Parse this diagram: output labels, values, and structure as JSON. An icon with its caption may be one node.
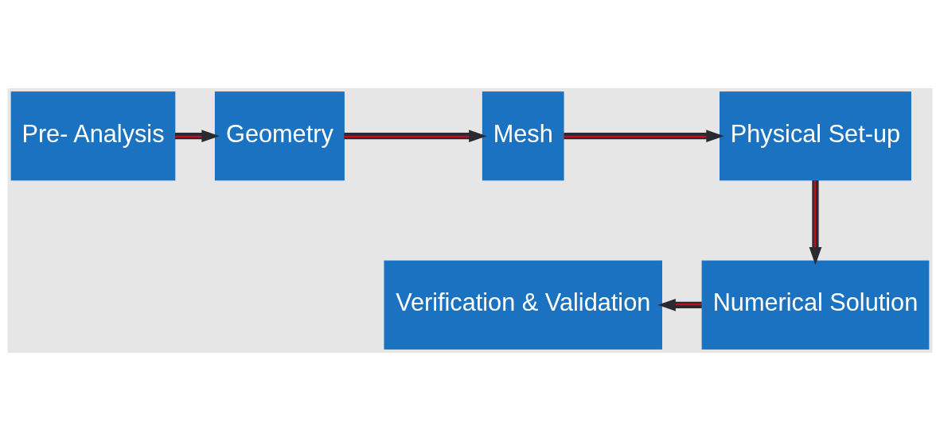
{
  "diagram": {
    "nodes": [
      {
        "text": [
          "Pre- Analysis"
        ]
      },
      {
        "text": [
          "Geometry"
        ]
      },
      {
        "text": [
          "Mesh"
        ]
      },
      {
        "text": [
          "Physical Set-up"
        ]
      },
      {
        "text": [
          "Numerical Solution"
        ]
      },
      {
        "text": [
          "Verification & Validation"
        ]
      }
    ],
    "edges": [
      {
        "from": 0,
        "to": 1,
        "arrow": "to"
      },
      {
        "from": 1,
        "to": 2,
        "arrow": "to"
      },
      {
        "from": 2,
        "to": 3,
        "arrow": "to"
      },
      {
        "from": 3,
        "to": 4,
        "arrow": "to"
      },
      {
        "from": 4,
        "to": 5,
        "arrow": "to"
      }
    ]
  }
}
